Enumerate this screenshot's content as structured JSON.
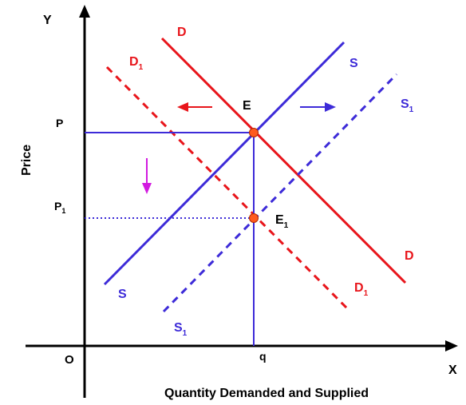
{
  "axes": {
    "y_label": "Y",
    "x_label": "X",
    "origin_label": "O",
    "y_title": "Price",
    "x_title": "Quantity Demanded and Supplied"
  },
  "price_levels": {
    "p": "P",
    "p1": "P",
    "p1_sub": "1"
  },
  "quantity_level": "q",
  "curves": {
    "demand": {
      "label": "D",
      "color": "#e8151b"
    },
    "demand_shifted": {
      "label": "D",
      "sub": "1",
      "color": "#e8151b"
    },
    "supply": {
      "label": "S",
      "color": "#3d2bd8"
    },
    "supply_shifted": {
      "label": "S",
      "sub": "1",
      "color": "#3d2bd8"
    }
  },
  "equilibria": {
    "e": {
      "label": "E"
    },
    "e1": {
      "label": "E",
      "sub": "1"
    },
    "point_color": "#ff5a1f"
  },
  "arrows": {
    "demand_shift_color": "#e8151b",
    "supply_shift_color": "#3d2bd8",
    "price_fall_color": "#d21ae0"
  }
}
